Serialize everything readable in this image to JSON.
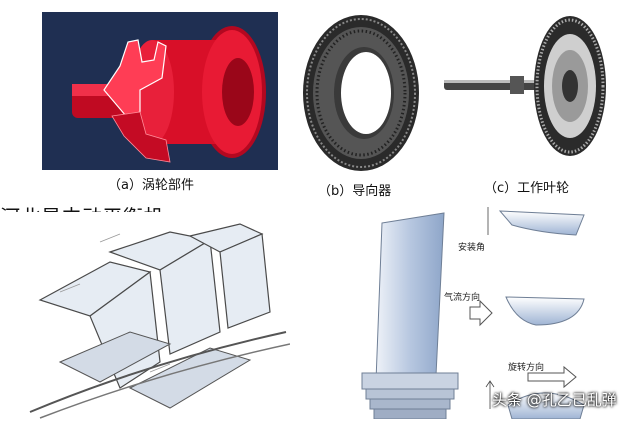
{
  "captions": {
    "a": "（a）涡轮部件",
    "b": "（b）导向器",
    "c": "（c）工作叶轮"
  },
  "overlay_title": "河北星中动平衡机",
  "blade_labels": {
    "install_angle": "安装角",
    "flow_direction": "气流方向",
    "rotation_direction": "旋转方向"
  },
  "watermark": "头条 @孔乙己乱弹",
  "colors": {
    "panel_a_bg": "#1c2a4a",
    "turbine_red": "#e0102a",
    "blade_blue": "#b9cbe6"
  }
}
